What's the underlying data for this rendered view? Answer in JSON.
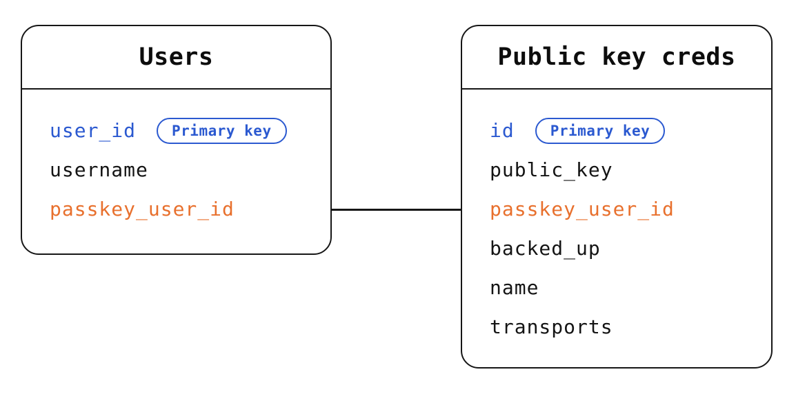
{
  "diagram": {
    "background": "#ffffff",
    "stroke_color": "#161616",
    "colors": {
      "primary_key_blue": "#2b59d0",
      "foreign_key_orange": "#e8702d",
      "field_black": "#141414"
    },
    "tables": [
      {
        "title": "Users",
        "fields": [
          {
            "name": "user_id",
            "color": "#2b59d0",
            "badge": "Primary key"
          },
          {
            "name": "username",
            "color": "#141414"
          },
          {
            "name": "passkey_user_id",
            "color": "#e8702d"
          }
        ]
      },
      {
        "title": "Public key creds",
        "fields": [
          {
            "name": "id",
            "color": "#2b59d0",
            "badge": "Primary key"
          },
          {
            "name": "public_key",
            "color": "#141414"
          },
          {
            "name": "passkey_user_id",
            "color": "#e8702d"
          },
          {
            "name": "backed_up",
            "color": "#141414"
          },
          {
            "name": "name",
            "color": "#141414"
          },
          {
            "name": "transports",
            "color": "#141414"
          }
        ]
      }
    ],
    "relationship": {
      "from": "Users.passkey_user_id",
      "to": "Public key creds.passkey_user_id",
      "style": "straight-line"
    }
  }
}
